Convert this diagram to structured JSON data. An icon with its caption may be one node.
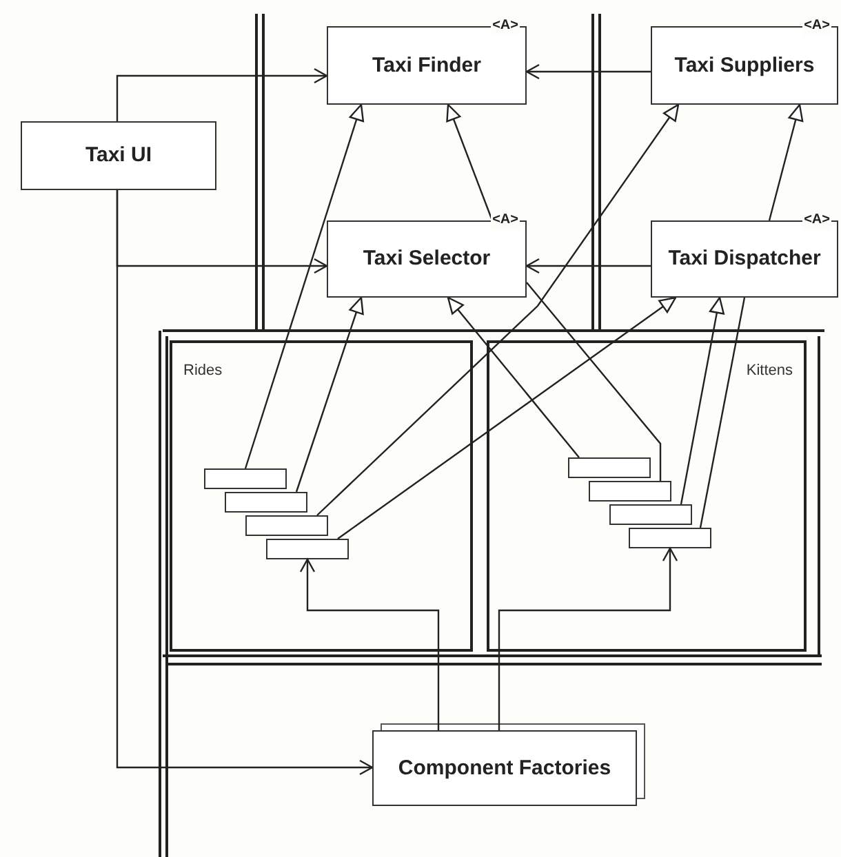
{
  "diagram": {
    "nodes": [
      {
        "text": [
          "Taxi UI"
        ]
      },
      {
        "text": [
          "Taxi Finder"
        ],
        "beside": [
          "<A>"
        ]
      },
      {
        "text": [
          "Taxi Suppliers"
        ],
        "beside": [
          "<A>"
        ]
      },
      {
        "text": [
          "Taxi Selector"
        ],
        "beside": [
          "<A>"
        ]
      },
      {
        "text": [
          "Taxi Dispatcher"
        ],
        "beside": [
          "<A>"
        ]
      },
      {
        "text": [
          "Rides"
        ]
      },
      {
        "text": [
          "Kittens"
        ]
      },
      {
        "text": [],
        "shape": "box",
        "in": 5
      },
      {
        "text": [],
        "shape": "box",
        "in": 5
      },
      {
        "text": [],
        "shape": "box",
        "in": 5
      },
      {
        "text": [],
        "shape": "box",
        "in": 5
      },
      {
        "text": [],
        "shape": "box",
        "in": 6
      },
      {
        "text": [],
        "shape": "box",
        "in": 6
      },
      {
        "text": [],
        "shape": "box",
        "in": 6
      },
      {
        "text": [],
        "shape": "box",
        "in": 6
      },
      {
        "text": [
          "Component Factories"
        ]
      }
    ],
    "edges": [
      {
        "from": 0,
        "to": 1,
        "arrow": "to"
      },
      {
        "from": 0,
        "to": 3,
        "arrow": "to"
      },
      {
        "from": 0,
        "to": 15,
        "arrow": "to"
      },
      {
        "from": 2,
        "to": 1,
        "arrow": "to"
      },
      {
        "from": 4,
        "to": 3,
        "arrow": "to"
      },
      {
        "from": 3,
        "to": 1,
        "arrow": "to"
      },
      {
        "from": 4,
        "to": 2,
        "arrow": "to"
      },
      {
        "from": 7,
        "to": 1,
        "arrow": "to"
      },
      {
        "from": 8,
        "to": 3,
        "arrow": "to"
      },
      {
        "from": 9,
        "to": 2,
        "arrow": "to"
      },
      {
        "from": 10,
        "to": 4,
        "arrow": "to"
      },
      {
        "from": 11,
        "to": 3,
        "arrow": "to"
      },
      {
        "from": 12,
        "to": 3,
        "arrow": "none"
      },
      {
        "from": 13,
        "to": 4,
        "arrow": "to"
      },
      {
        "from": 14,
        "to": 4,
        "arrow": "none"
      },
      {
        "from": 15,
        "to": 10,
        "arrow": "to"
      },
      {
        "from": 15,
        "to": 14,
        "arrow": "to"
      }
    ]
  }
}
